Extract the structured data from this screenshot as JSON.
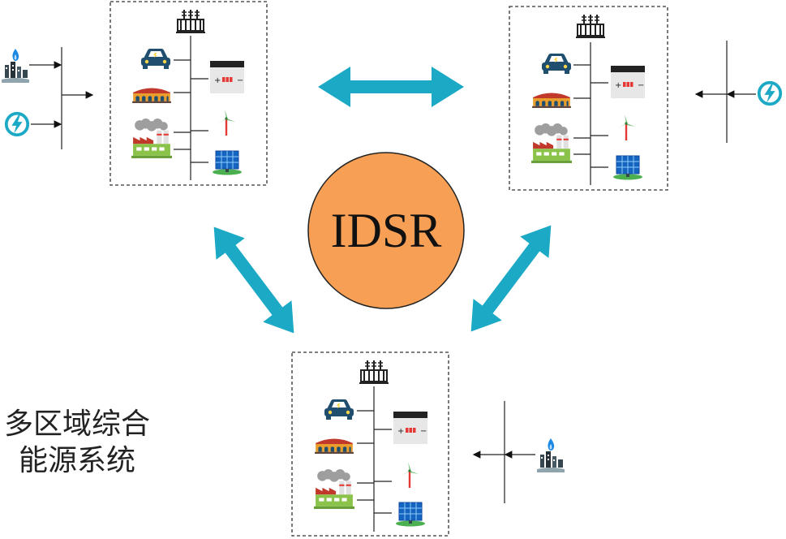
{
  "center": {
    "label": "IDSR",
    "color": "#F7A055"
  },
  "caption": {
    "line1": "多区域综合",
    "line2": "能源系统"
  },
  "colors": {
    "arrow": "#1BA9C6",
    "gas": "#1E88E5",
    "power": "#1BA9C6"
  },
  "regions": [
    {
      "id": "region-top-left",
      "icons": [
        "transformer-icon",
        "electric-car-icon",
        "battery-icon",
        "building-icon",
        "factory-icon",
        "wind-turbine-icon",
        "solar-panel-icon"
      ],
      "sources": [
        "gas-plant-icon",
        "power-icon"
      ]
    },
    {
      "id": "region-top-right",
      "icons": [
        "transformer-icon",
        "electric-car-icon",
        "battery-icon",
        "building-icon",
        "factory-icon",
        "wind-turbine-icon",
        "solar-panel-icon"
      ],
      "sources": [
        "power-icon"
      ]
    },
    {
      "id": "region-bottom",
      "icons": [
        "transformer-icon",
        "electric-car-icon",
        "battery-icon",
        "building-icon",
        "factory-icon",
        "wind-turbine-icon",
        "solar-panel-icon"
      ],
      "sources": [
        "gas-plant-icon"
      ]
    }
  ]
}
